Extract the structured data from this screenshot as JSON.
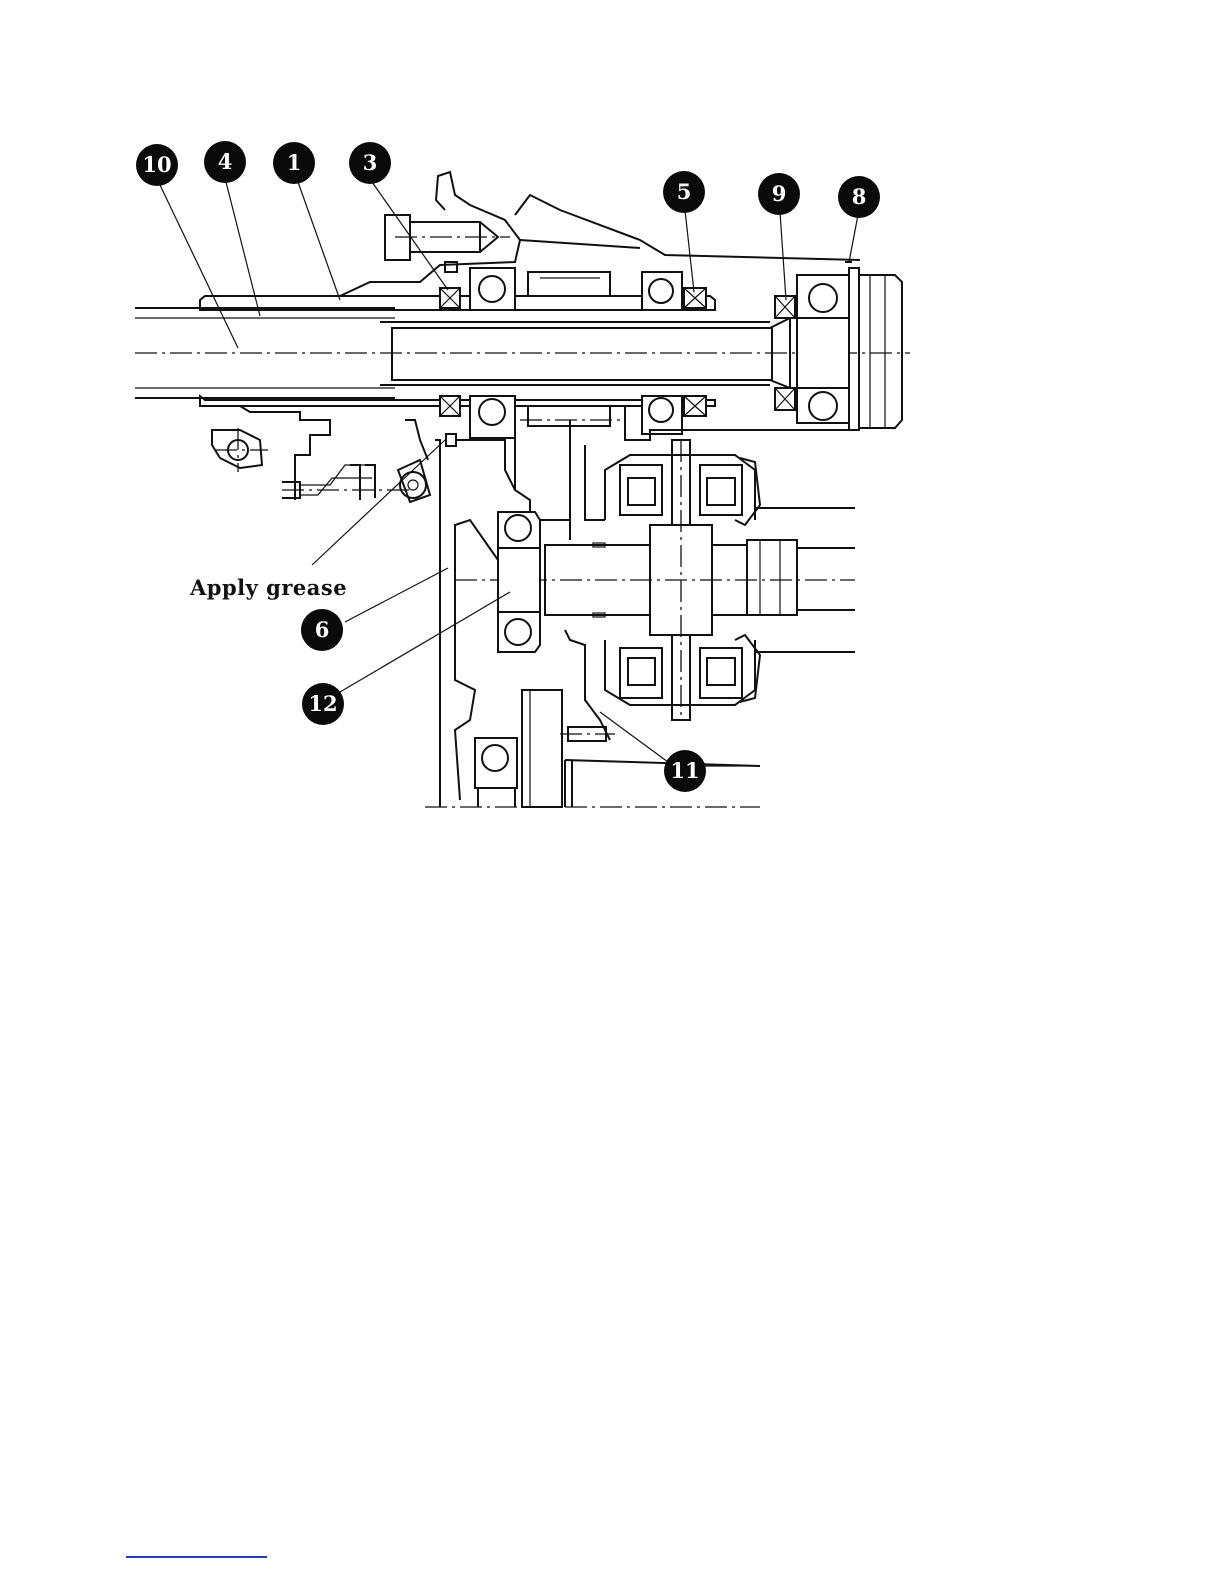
{
  "diagram": {
    "callouts": [
      "10",
      "4",
      "1",
      "3",
      "5",
      "9",
      "8",
      "6",
      "12",
      "11"
    ],
    "note": "Apply grease"
  },
  "colors": {
    "ink": "#111111",
    "footer_rule": "#1f3fb4"
  }
}
